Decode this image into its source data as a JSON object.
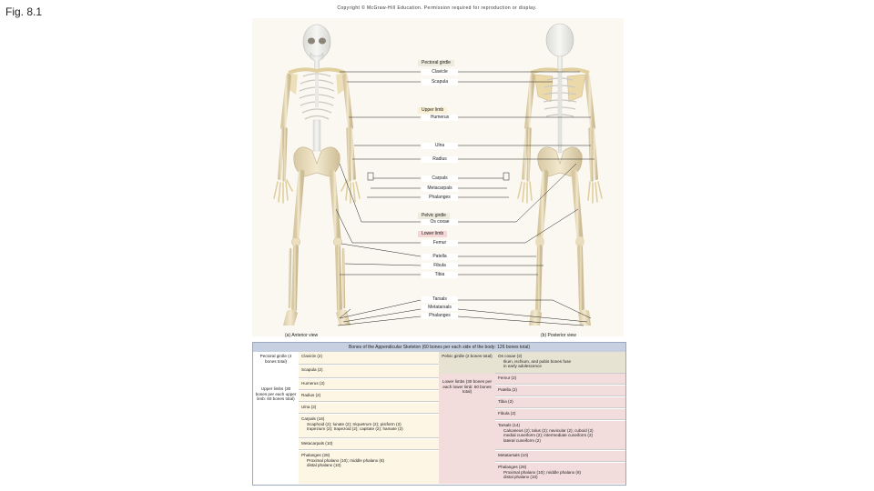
{
  "figure_label": "Fig. 8.1",
  "copyright": "Copyright © McGraw-Hill Education. Permission required for reproduction or display.",
  "labels": {
    "pectoral_girdle": "Pectoral girdle",
    "clavicle": "Clavicle",
    "scapula": "Scapula",
    "upper_limb": "Upper limb",
    "humerus": "Humerus",
    "ulna": "Ulna",
    "radius": "Radius",
    "carpals": "Carpals",
    "metacarpals": "Metacarpals",
    "phalanges_hand": "Phalanges",
    "pelvic_girdle": "Pelvic girdle",
    "os_coxae": "Os coxae",
    "lower_limb": "Lower limb",
    "femur": "Femur",
    "patella": "Patella",
    "fibula": "Fibula",
    "tibia": "Tibia",
    "tarsals": "Tarsals",
    "metatarsals": "Metatarsals",
    "phalanges_foot": "Phalanges"
  },
  "views": {
    "anterior": "(a) Anterior view",
    "posterior": "(b) Posterior view"
  },
  "table": {
    "title": "Bones of the Appendicular Skeleton (60 bones per each side of the body: 126 bones total)",
    "pectoral_group": "Pectoral girdle (4 bones total)",
    "clavicle": "Clavicle (2)",
    "scapula": "Scapula (2)",
    "upper_group": "Upper limbs (30 bones per each upper limb: 60 bones total)",
    "humerus": "Humerus (2)",
    "radius": "Radius (2)",
    "ulna": "Ulna (2)",
    "carpals": "Carpals (16)",
    "carpals_line1": "Scaphoid (2); lunate (2); triquetrum (2); pisiform (2)",
    "carpals_line2": "trapezium (2); trapezoid (2); capitate (2); hamate (2)",
    "metacarpals": "Metacarpals (10)",
    "phalanges_hand": "Phalanges (28)",
    "phal_hand_line1": "Proximal phalanx (10); middle phalanx (8)",
    "phal_hand_line2": "distal phalanx (10)",
    "pelvic_group": "Pelvic girdle (2 bones total)",
    "os_coxae": "Os coxae (2)",
    "os_coxae_line1": "Ilium, ischium, and pubis bones fuse",
    "os_coxae_line2": "in early adolescence",
    "lower_group": "Lower limbs (30 bones per each lower limb: 60 bones total)",
    "femur": "Femur (2)",
    "patella": "Patella (2)",
    "tibia": "Tibia (2)",
    "fibula": "Fibula (2)",
    "tarsals": "Tarsals (14)",
    "tarsals_line1": "Calcaneus (2); talus (2); navicular (2); cuboid (2)",
    "tarsals_line2": "medial cuneiform (2); intermediate cuneiform (2)",
    "tarsals_line3": "lateral cuneiform (2)",
    "metatarsals": "Metatarsals (10)",
    "phalanges_foot": "Phalanges (28)",
    "phal_foot_line1": "Proximal phalanx (10); middle phalanx (8)",
    "phal_foot_line2": "distal phalanx (10)"
  },
  "colors": {
    "bone": "#e8dcc0",
    "bone_shade": "#cbbd98",
    "highlight": "#f6e6b8",
    "axial_gray": "#eeeeec",
    "table_upper": "#fdf6e4",
    "table_lower": "#f3dcdc",
    "table_pelvic": "#e6e3d2",
    "table_title": "#c6d0e0"
  }
}
